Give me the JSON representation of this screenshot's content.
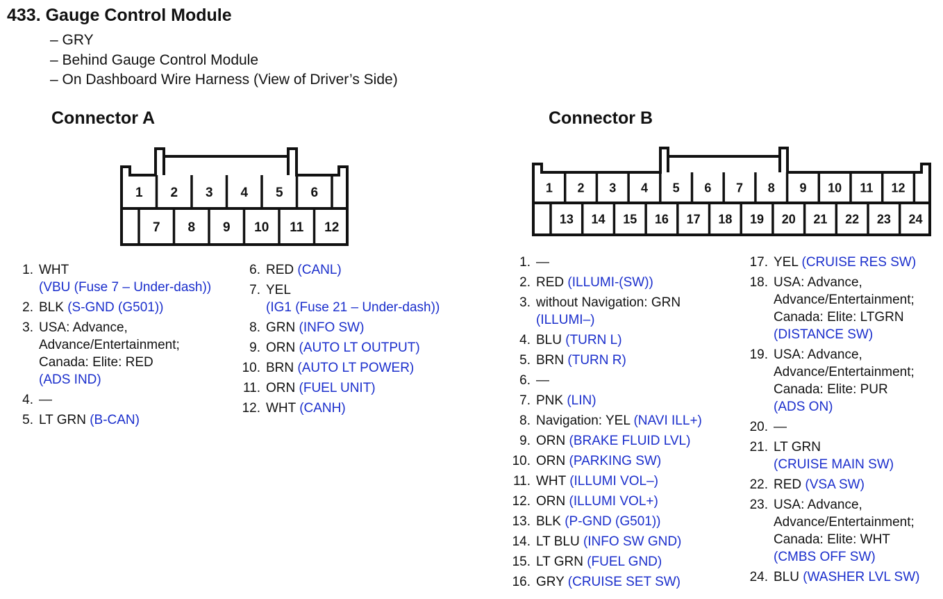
{
  "header": {
    "title": "433. Gauge Control Module",
    "notes": [
      "– GRY",
      "– Behind Gauge Control Module",
      "– On Dashboard Wire Harness (View of Driver’s Side)"
    ]
  },
  "connector_a": {
    "title": "Connector A",
    "top_row": [
      "1",
      "2",
      "3",
      "4",
      "5",
      "6"
    ],
    "bottom_row": [
      "7",
      "8",
      "9",
      "10",
      "11",
      "12"
    ],
    "pins": [
      {
        "num": "1.",
        "lines": [
          {
            "text": "WHT",
            "signal": ""
          },
          {
            "text": "",
            "signal": "(VBU (Fuse 7 – Under-dash))"
          }
        ]
      },
      {
        "num": "2.",
        "lines": [
          {
            "text": "BLK",
            "signal": "(S-GND (G501))"
          }
        ]
      },
      {
        "num": "3.",
        "lines": [
          {
            "text": "USA: Advance,",
            "signal": ""
          },
          {
            "text": "Advance/Entertainment;",
            "signal": ""
          },
          {
            "text": "Canada: Elite: RED",
            "signal": ""
          },
          {
            "text": "",
            "signal": "(ADS IND)"
          }
        ]
      },
      {
        "num": "4.",
        "lines": [
          {
            "text": "—",
            "signal": ""
          }
        ]
      },
      {
        "num": "5.",
        "lines": [
          {
            "text": "LT GRN",
            "signal": "(B-CAN)"
          }
        ]
      },
      {
        "num": "6.",
        "lines": [
          {
            "text": "RED",
            "signal": "(CANL)"
          }
        ]
      },
      {
        "num": "7.",
        "lines": [
          {
            "text": "YEL",
            "signal": ""
          },
          {
            "text": "",
            "signal": "(IG1 (Fuse 21 – Under-dash))"
          }
        ]
      },
      {
        "num": "8.",
        "lines": [
          {
            "text": "GRN",
            "signal": "(INFO SW)"
          }
        ]
      },
      {
        "num": "9.",
        "lines": [
          {
            "text": "ORN",
            "signal": "(AUTO LT OUTPUT)"
          }
        ]
      },
      {
        "num": "10.",
        "lines": [
          {
            "text": "BRN",
            "signal": "(AUTO LT POWER)"
          }
        ]
      },
      {
        "num": "11.",
        "lines": [
          {
            "text": "ORN",
            "signal": "(FUEL UNIT)"
          }
        ]
      },
      {
        "num": "12.",
        "lines": [
          {
            "text": "WHT",
            "signal": "(CANH)"
          }
        ]
      }
    ]
  },
  "connector_b": {
    "title": "Connector B",
    "top_row": [
      "1",
      "2",
      "3",
      "4",
      "5",
      "6",
      "7",
      "8",
      "9",
      "10",
      "11",
      "12"
    ],
    "bottom_row": [
      "13",
      "14",
      "15",
      "16",
      "17",
      "18",
      "19",
      "20",
      "21",
      "22",
      "23",
      "24"
    ],
    "pins": [
      {
        "num": "1.",
        "lines": [
          {
            "text": "—",
            "signal": ""
          }
        ]
      },
      {
        "num": "2.",
        "lines": [
          {
            "text": "RED",
            "signal": "(ILLUMI-(SW))"
          }
        ]
      },
      {
        "num": "3.",
        "lines": [
          {
            "text": "without Navigation: GRN",
            "signal": ""
          },
          {
            "text": "",
            "signal": "(ILLUMI–)"
          }
        ]
      },
      {
        "num": "4.",
        "lines": [
          {
            "text": "BLU",
            "signal": "(TURN L)"
          }
        ]
      },
      {
        "num": "5.",
        "lines": [
          {
            "text": "BRN",
            "signal": "(TURN R)"
          }
        ]
      },
      {
        "num": "6.",
        "lines": [
          {
            "text": "—",
            "signal": ""
          }
        ]
      },
      {
        "num": "7.",
        "lines": [
          {
            "text": "PNK",
            "signal": "(LIN)"
          }
        ]
      },
      {
        "num": "8.",
        "lines": [
          {
            "text": "Navigation: YEL",
            "signal": "(NAVI ILL+)"
          }
        ]
      },
      {
        "num": "9.",
        "lines": [
          {
            "text": "ORN",
            "signal": "(BRAKE FLUID LVL)"
          }
        ]
      },
      {
        "num": "10.",
        "lines": [
          {
            "text": "ORN",
            "signal": "(PARKING SW)"
          }
        ]
      },
      {
        "num": "11.",
        "lines": [
          {
            "text": "WHT",
            "signal": "(ILLUMI VOL–)"
          }
        ]
      },
      {
        "num": "12.",
        "lines": [
          {
            "text": "ORN",
            "signal": "(ILLUMI VOL+)"
          }
        ]
      },
      {
        "num": "13.",
        "lines": [
          {
            "text": "BLK",
            "signal": "(P-GND (G501))"
          }
        ]
      },
      {
        "num": "14.",
        "lines": [
          {
            "text": "LT BLU",
            "signal": "(INFO SW GND)"
          }
        ]
      },
      {
        "num": "15.",
        "lines": [
          {
            "text": "LT GRN",
            "signal": "(FUEL GND)"
          }
        ]
      },
      {
        "num": "16.",
        "lines": [
          {
            "text": "GRY",
            "signal": "(CRUISE SET SW)"
          }
        ]
      },
      {
        "num": "17.",
        "lines": [
          {
            "text": "YEL",
            "signal": "(CRUISE RES SW)"
          }
        ]
      },
      {
        "num": "18.",
        "lines": [
          {
            "text": "USA: Advance,",
            "signal": ""
          },
          {
            "text": "Advance/Entertainment;",
            "signal": ""
          },
          {
            "text": "Canada: Elite: LTGRN",
            "signal": ""
          },
          {
            "text": "",
            "signal": "(DISTANCE SW)"
          }
        ]
      },
      {
        "num": "19.",
        "lines": [
          {
            "text": "USA: Advance,",
            "signal": ""
          },
          {
            "text": "Advance/Entertainment;",
            "signal": ""
          },
          {
            "text": "Canada: Elite: PUR",
            "signal": ""
          },
          {
            "text": "",
            "signal": "(ADS ON)"
          }
        ]
      },
      {
        "num": "20.",
        "lines": [
          {
            "text": "—",
            "signal": ""
          }
        ]
      },
      {
        "num": "21.",
        "lines": [
          {
            "text": "LT GRN",
            "signal": ""
          },
          {
            "text": "",
            "signal": "(CRUISE MAIN SW)"
          }
        ]
      },
      {
        "num": "22.",
        "lines": [
          {
            "text": "RED",
            "signal": "(VSA SW)"
          }
        ]
      },
      {
        "num": "23.",
        "lines": [
          {
            "text": "USA: Advance,",
            "signal": ""
          },
          {
            "text": "Advance/Entertainment;",
            "signal": ""
          },
          {
            "text": "Canada: Elite: WHT",
            "signal": ""
          },
          {
            "text": "",
            "signal": "(CMBS OFF SW)"
          }
        ]
      },
      {
        "num": "24.",
        "lines": [
          {
            "text": "BLU",
            "signal": "(WASHER LVL SW)"
          }
        ]
      }
    ]
  }
}
